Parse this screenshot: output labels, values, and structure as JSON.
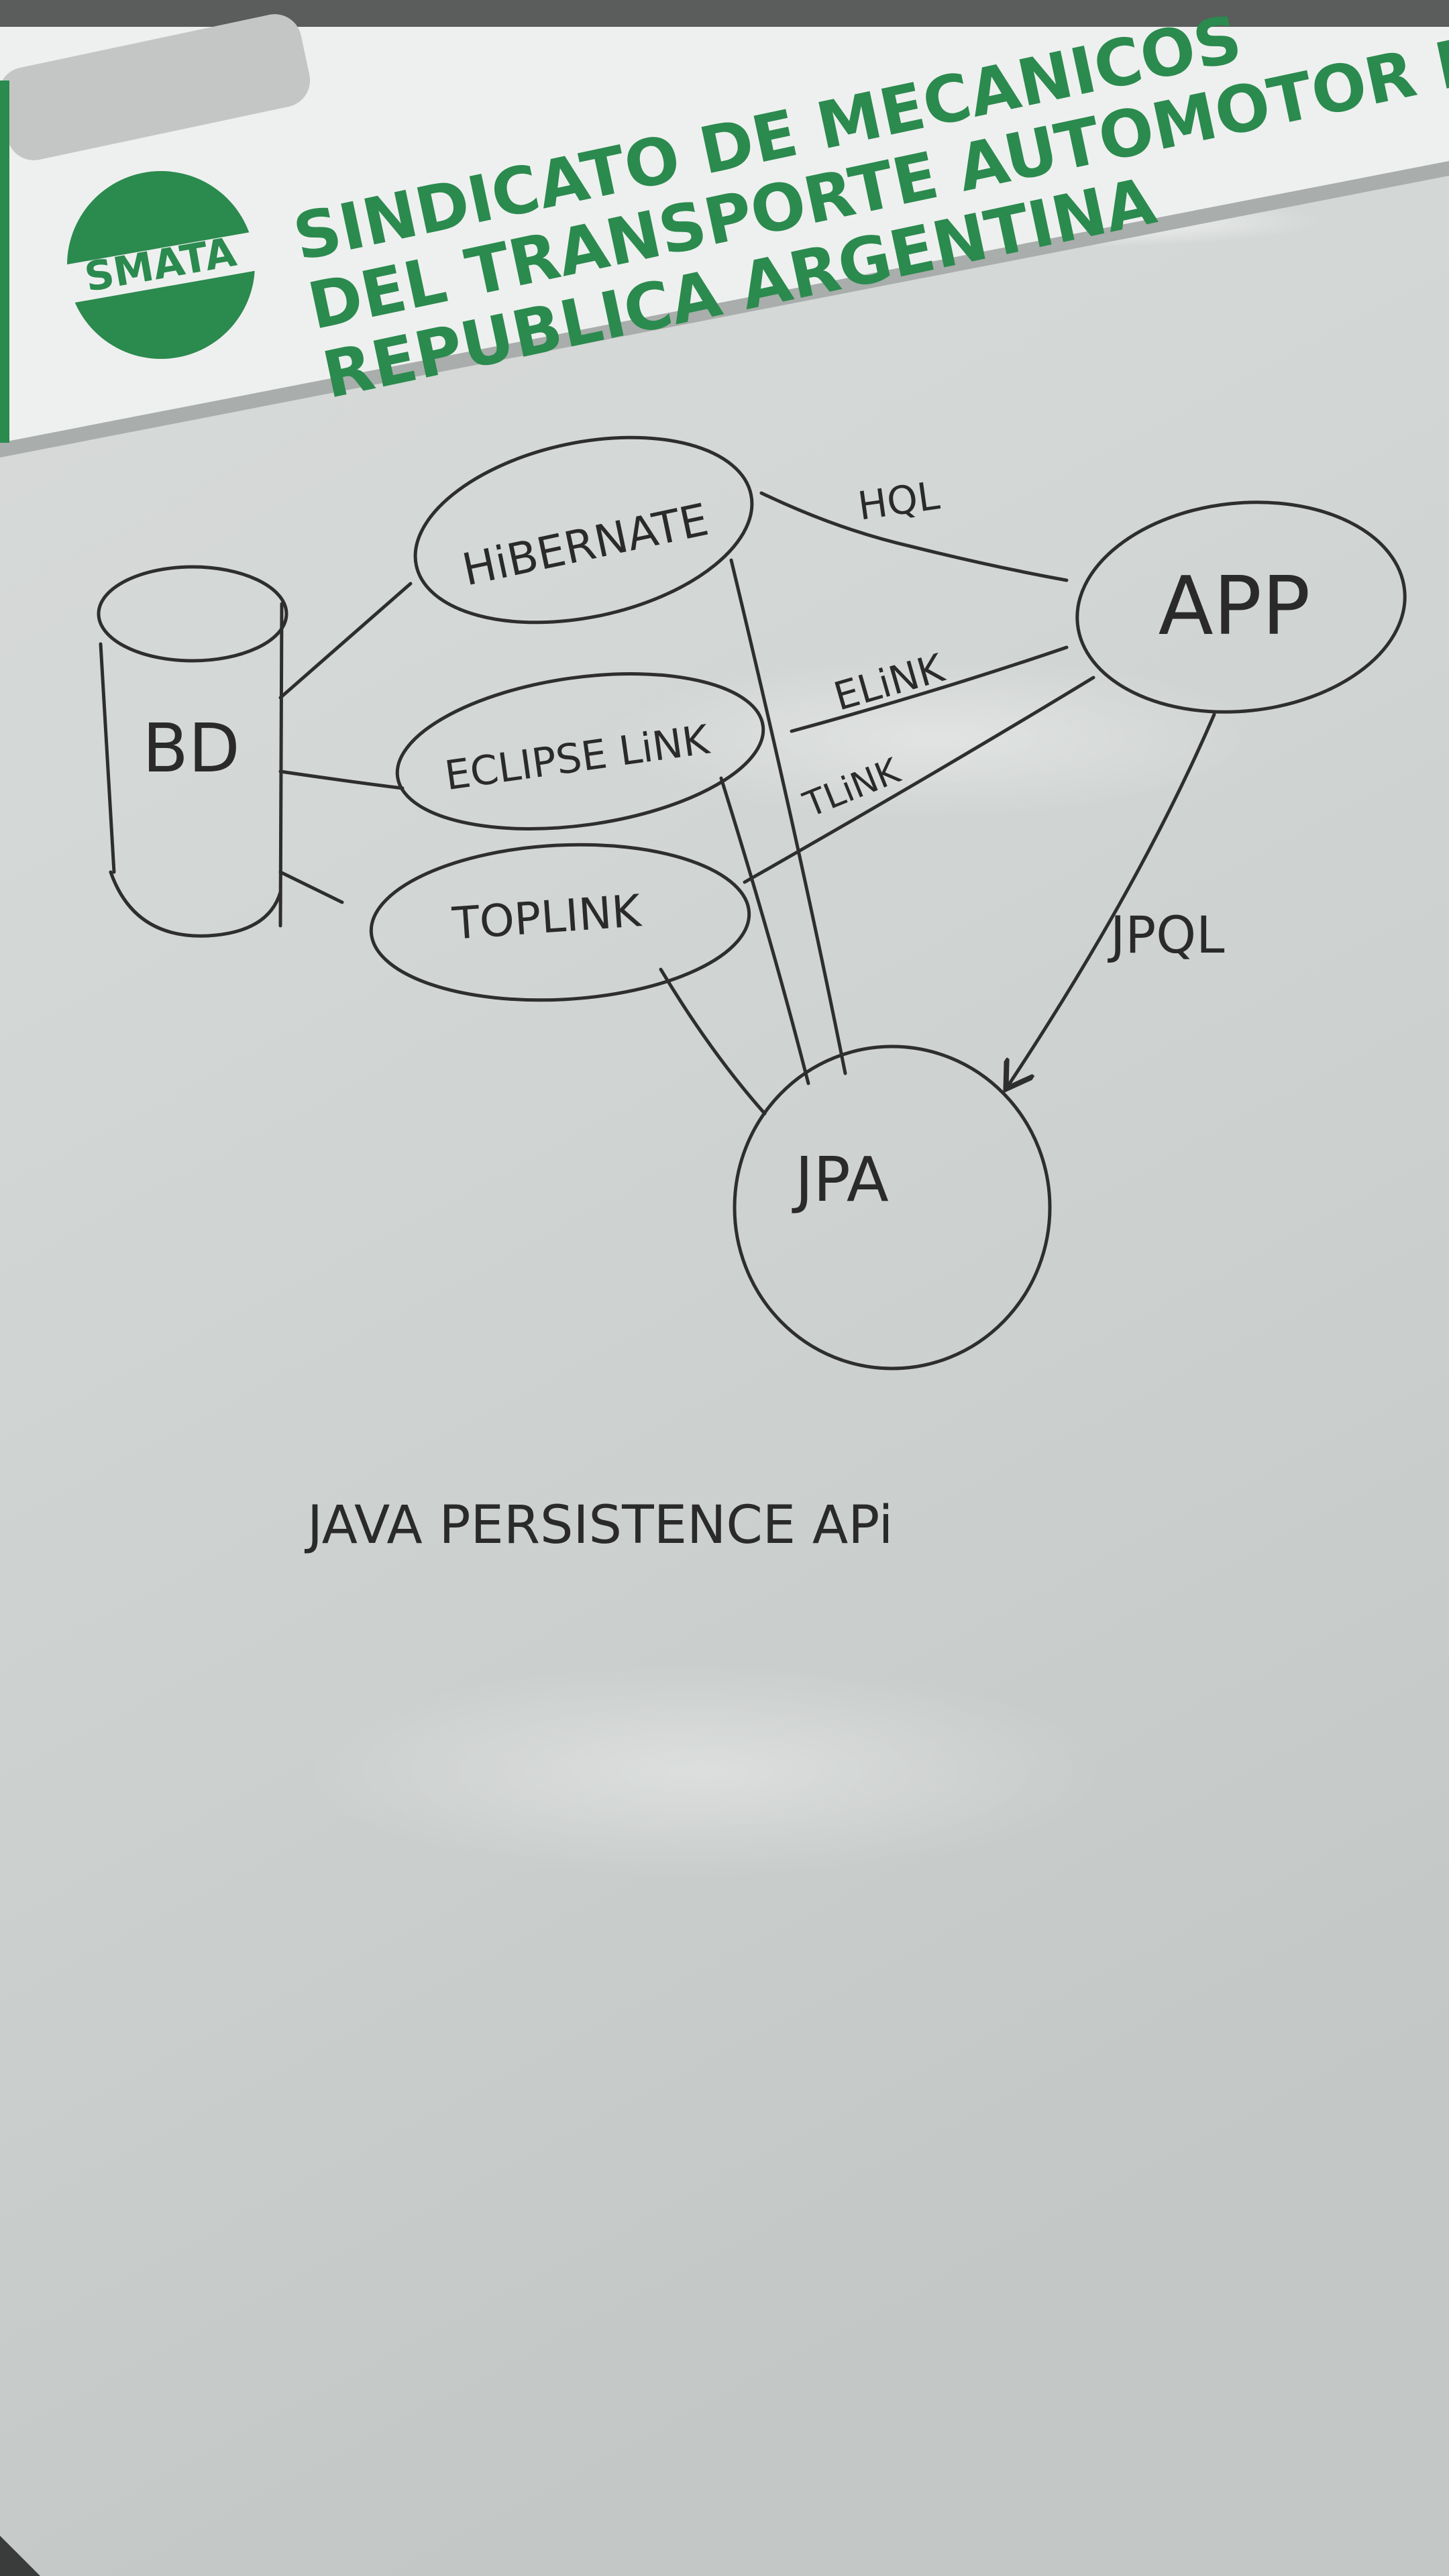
{
  "banner": {
    "line1": "SINDICATO DE MECANICOS",
    "line2": "DEL TRANSPORTE AUTOMOTOR DE",
    "line3": "REPUBLICA ARGENTINA",
    "logo_text": "SMATA",
    "brand_color": "#2b8a4e"
  },
  "diagram": {
    "nodes": {
      "bd": "BD",
      "hibernate": "HiBERNATE",
      "eclipselink": "ECLIPSE LiNK",
      "toplink": "TOPLINK",
      "app": "APP",
      "jpa": "JPA"
    },
    "edges": {
      "hql": "HQL",
      "elink": "ELiNK",
      "tlink": "TLiNK",
      "jpql": "JPQL"
    },
    "caption": "JAVA PERSISTENCE APi"
  },
  "colors": {
    "board": "#d2d6d4",
    "ink": "#2e2e2e",
    "banner_green": "#2b8a4e"
  }
}
